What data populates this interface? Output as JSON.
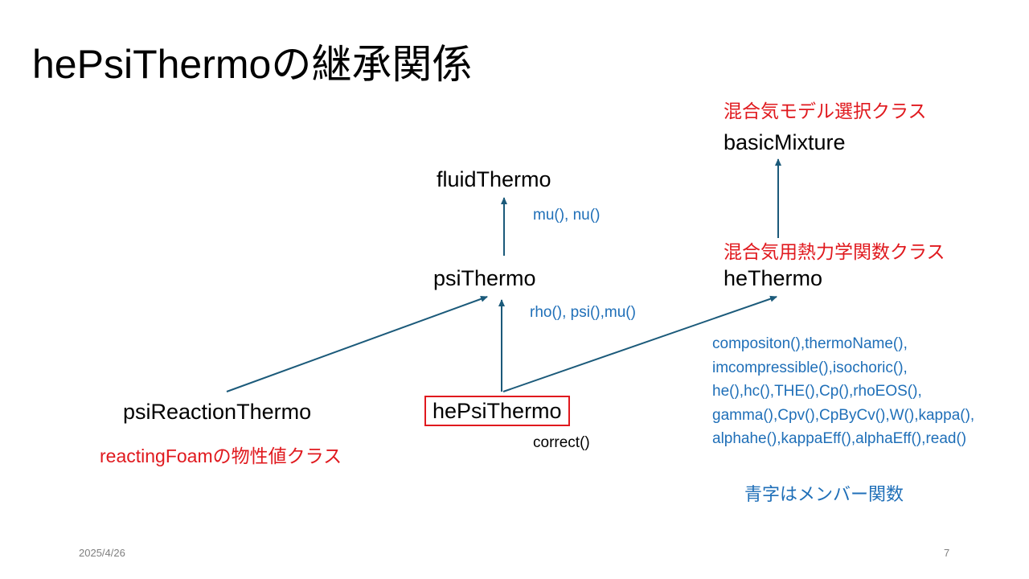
{
  "slide": {
    "title": "hePsiThermoの継承関係",
    "date": "2025/4/26",
    "page_number": "7"
  },
  "classes": {
    "fluid_thermo": "fluidThermo",
    "psi_thermo": "psiThermo",
    "he_thermo": "heThermo",
    "basic_mixture": "basicMixture",
    "psi_reaction_thermo": "psiReactionThermo",
    "he_psi_thermo": "hePsiThermo"
  },
  "annotations": {
    "basic_mixture_desc": "混合気モデル選択クラス",
    "he_thermo_desc": "混合気用熱力学関数クラス",
    "psi_reaction_thermo_desc": "reactingFoamの物性値クラス",
    "legend": "青字はメンバー関数"
  },
  "members": {
    "fluid_thermo": "mu(), nu()",
    "psi_thermo": "rho(), psi(),mu()",
    "he_psi_thermo": "correct()",
    "he_thermo": [
      "compositon(),thermoName(),",
      "imcompressible(),isochoric(),",
      "he(),hc(),THE(),Cp(),rhoEOS(),",
      "gamma(),Cpv(),CpByCv(),W(),kappa(),",
      "alphahe(),kappaEff(),alphaEff(),read()"
    ]
  },
  "colors": {
    "arrow": "#1b5a7a",
    "annotation_red": "#e0191e",
    "member_blue": "#1f6fb8"
  }
}
